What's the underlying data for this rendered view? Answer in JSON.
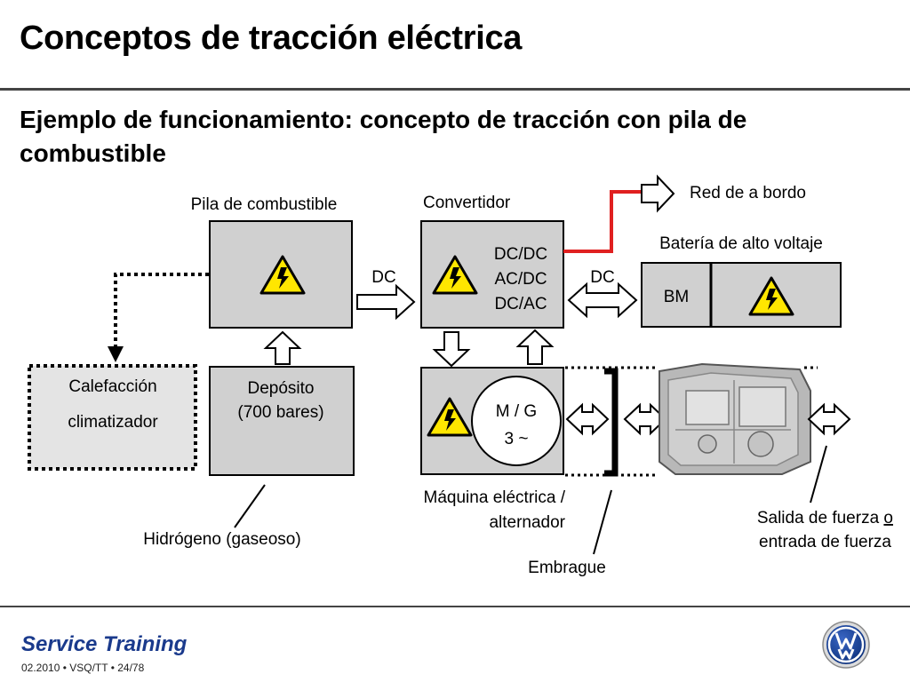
{
  "header": {
    "title": "Conceptos de tracción eléctrica",
    "subtitle_line1": "Ejemplo de funcionamiento: concepto de tracción con pila de",
    "subtitle_line2": "combustible"
  },
  "diagram": {
    "labels": {
      "fuel_cell": "Pila de combustible",
      "converter": "Convertidor",
      "onboard_network": "Red de a bordo",
      "hv_battery": "Batería de alto voltaje",
      "dc_left": "DC",
      "dc_right": "DC",
      "converter_line1": "DC/DC",
      "converter_line2": "AC/DC",
      "converter_line3": "DC/AC",
      "battery_module": "BM",
      "heating_line1": "Calefacción",
      "heating_line2": "climatizador",
      "tank_line1": "Depósito",
      "tank_line2": "(700 bares)",
      "motor_line1": "M / G",
      "motor_line2": "3 ~",
      "hydrogen": "Hidrógeno (gaseoso)",
      "machine_line1": "Máquina eléctrica /",
      "machine_line2": "alternador",
      "clutch": "Embrague",
      "output_line1_a": "Salida de fuerza ",
      "output_line1_b": "o",
      "output_line2": "entrada de fuerza"
    },
    "colors": {
      "box_fill": "#d0d0d0",
      "warning_yellow": "#ffe600",
      "onboard_line": "#e02020"
    },
    "icons": [
      "high-voltage-warning-icon",
      "transmission-image"
    ]
  },
  "footer": {
    "brand": "Service Training",
    "meta": "02.2010 • VSQ/TT • 24/78",
    "logo": "vw-logo"
  }
}
